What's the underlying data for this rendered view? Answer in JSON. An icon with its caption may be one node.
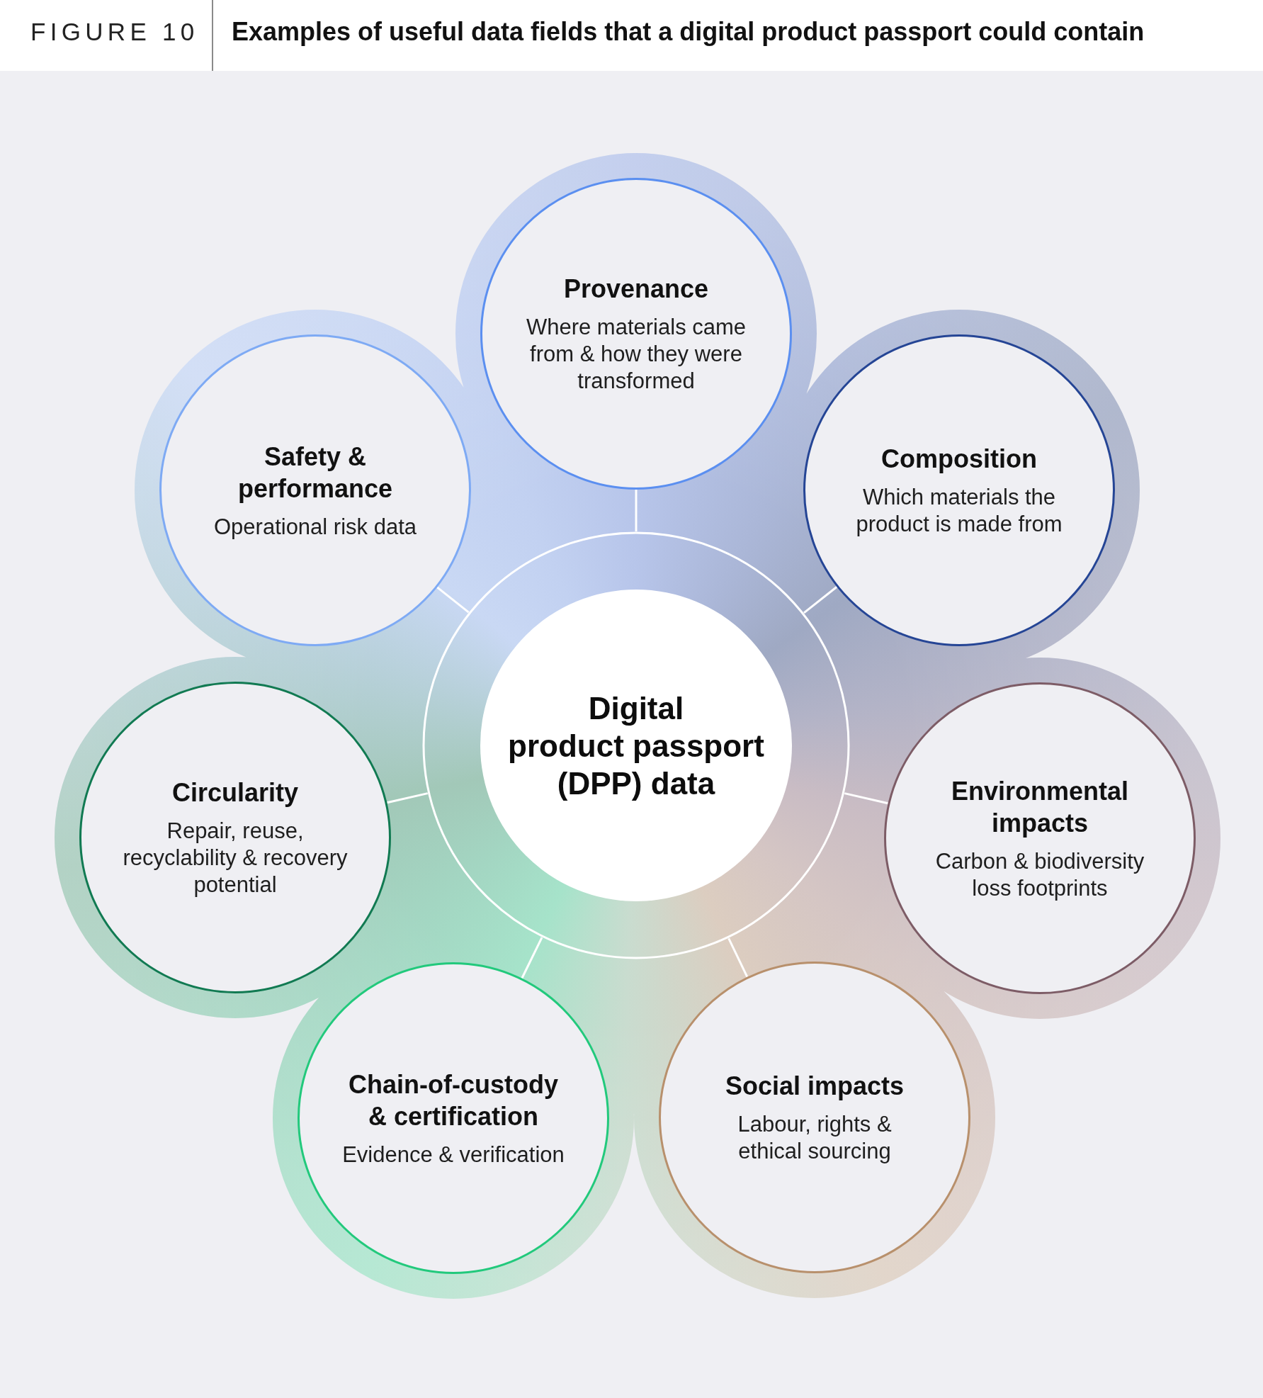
{
  "diagram": {
    "title": "Examples of useful data fields that a digital product passport could contain",
    "nodes": [
      {
        "text": [
          "Provenance",
          "Where materials came from & how they were transformed"
        ]
      },
      {
        "text": [
          "Safety & performance",
          "Operational risk data"
        ]
      },
      {
        "text": [
          "Composition",
          "Which materials the product is made from"
        ]
      },
      {
        "text": [
          "Digital product passport (DPP) data"
        ]
      },
      {
        "text": [
          "Circularity",
          "Repair, reuse, recyclability & recovery potential"
        ]
      },
      {
        "text": [
          "Environmental impacts",
          "Carbon & biodiversity loss footprints"
        ]
      },
      {
        "text": [
          "Chain-of-custody & certification",
          "Evidence & verification"
        ]
      },
      {
        "text": [
          "Social impacts",
          "Labour, rights & ethical sourcing"
        ]
      }
    ],
    "edges": [
      {
        "from": 3,
        "to": 0,
        "arrow": "none"
      },
      {
        "from": 3,
        "to": 2,
        "arrow": "none"
      },
      {
        "from": 3,
        "to": 5,
        "arrow": "none"
      },
      {
        "from": 3,
        "to": 7,
        "arrow": "none"
      },
      {
        "from": 3,
        "to": 6,
        "arrow": "none"
      },
      {
        "from": 3,
        "to": 4,
        "arrow": "none"
      },
      {
        "from": 3,
        "to": 1,
        "arrow": "none"
      }
    ],
    "labels": [
      "FIGURE 10"
    ]
  }
}
